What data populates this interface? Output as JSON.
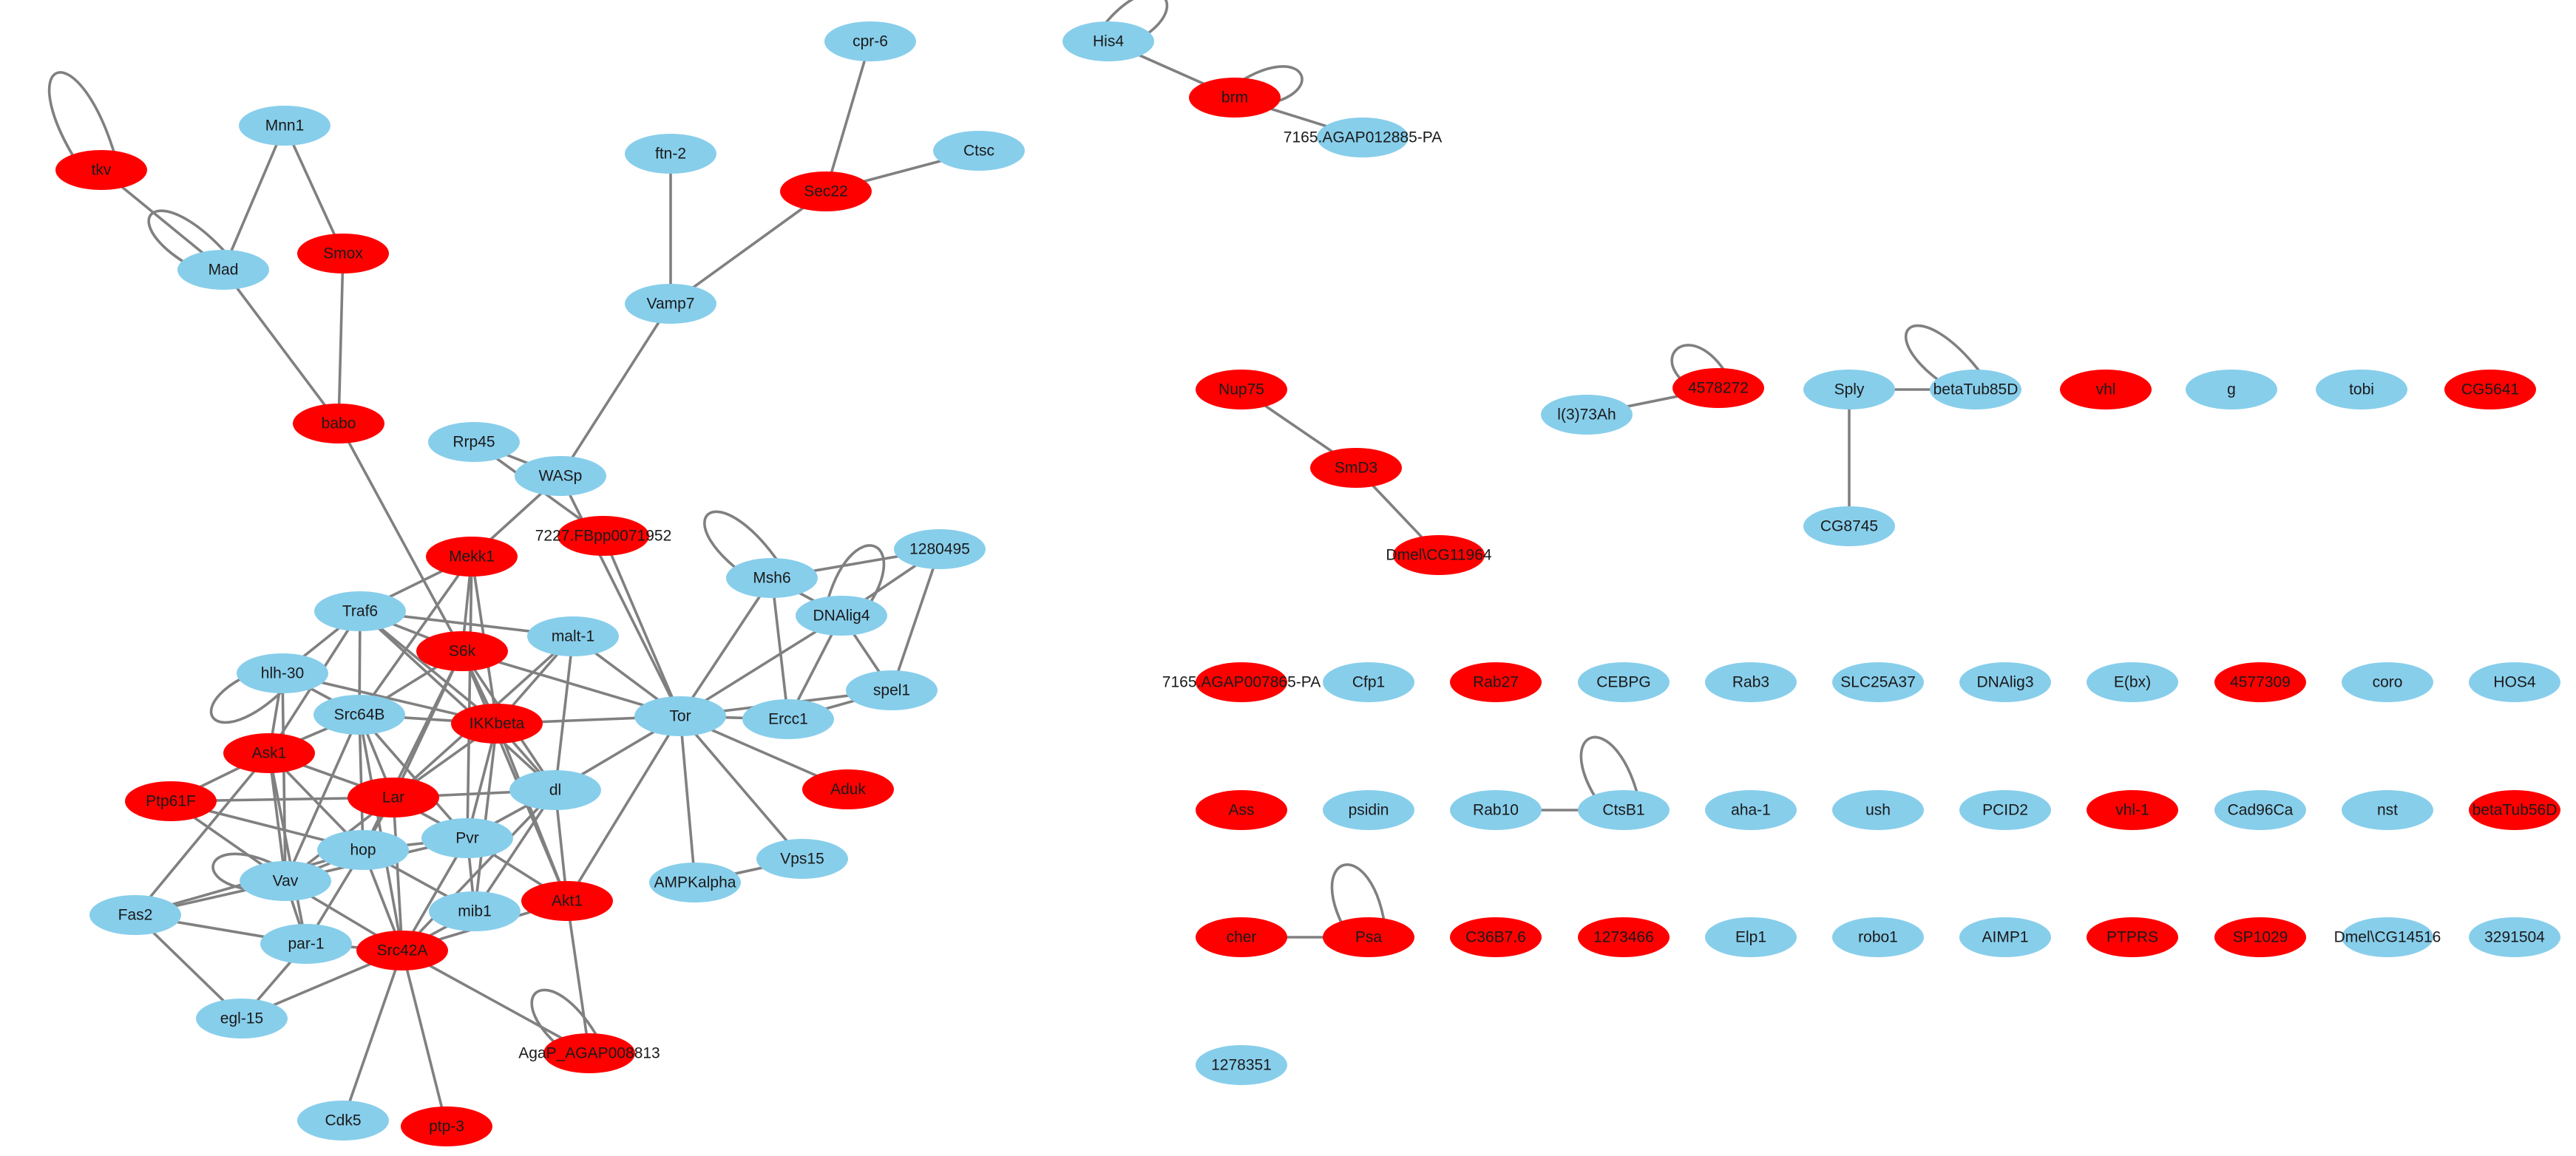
{
  "palette": {
    "blue": "#87CEEB",
    "red": "#FF0000",
    "edge": "#808080"
  },
  "nodes": [
    {
      "id": "tkv",
      "label": "tkv",
      "color": "red"
    },
    {
      "id": "Mnn1",
      "label": "Mnn1",
      "color": "blue"
    },
    {
      "id": "Mad",
      "label": "Mad",
      "color": "blue"
    },
    {
      "id": "Smox",
      "label": "Smox",
      "color": "red"
    },
    {
      "id": "babo",
      "label": "babo",
      "color": "red"
    },
    {
      "id": "cpr6",
      "label": "cpr-6",
      "color": "blue"
    },
    {
      "id": "ftn2",
      "label": "ftn-2",
      "color": "blue"
    },
    {
      "id": "Sec22",
      "label": "Sec22",
      "color": "red"
    },
    {
      "id": "Ctsc",
      "label": "Ctsc",
      "color": "blue"
    },
    {
      "id": "Vamp7",
      "label": "Vamp7",
      "color": "blue"
    },
    {
      "id": "Rrp45",
      "label": "Rrp45",
      "color": "blue"
    },
    {
      "id": "WASp",
      "label": "WASp",
      "color": "blue"
    },
    {
      "id": "FBpp",
      "label": "7227.FBpp0071952",
      "color": "red"
    },
    {
      "id": "Mekk1",
      "label": "Mekk1",
      "color": "red"
    },
    {
      "id": "Msh6",
      "label": "Msh6",
      "color": "blue"
    },
    {
      "id": "n1280495",
      "label": "1280495",
      "color": "blue"
    },
    {
      "id": "DNAlig4",
      "label": "DNAlig4",
      "color": "blue"
    },
    {
      "id": "Traf6",
      "label": "Traf6",
      "color": "blue"
    },
    {
      "id": "malt1",
      "label": "malt-1",
      "color": "blue"
    },
    {
      "id": "S6k",
      "label": "S6k",
      "color": "red"
    },
    {
      "id": "spel1",
      "label": "spel1",
      "color": "blue"
    },
    {
      "id": "hlh30",
      "label": "hlh-30",
      "color": "blue"
    },
    {
      "id": "IKKbeta",
      "label": "IKKbeta",
      "color": "red"
    },
    {
      "id": "Tor",
      "label": "Tor",
      "color": "blue"
    },
    {
      "id": "Ercc1",
      "label": "Ercc1",
      "color": "blue"
    },
    {
      "id": "Src64B",
      "label": "Src64B",
      "color": "blue"
    },
    {
      "id": "Ask1",
      "label": "Ask1",
      "color": "red"
    },
    {
      "id": "dl",
      "label": "dl",
      "color": "blue"
    },
    {
      "id": "Aduk",
      "label": "Aduk",
      "color": "red"
    },
    {
      "id": "Ptp61F",
      "label": "Ptp61F",
      "color": "red"
    },
    {
      "id": "Lar",
      "label": "Lar",
      "color": "red"
    },
    {
      "id": "hop",
      "label": "hop",
      "color": "blue"
    },
    {
      "id": "Pvr",
      "label": "Pvr",
      "color": "blue"
    },
    {
      "id": "Vps15",
      "label": "Vps15",
      "color": "blue"
    },
    {
      "id": "Vav",
      "label": "Vav",
      "color": "blue"
    },
    {
      "id": "AMPKalpha",
      "label": "AMPKalpha",
      "color": "blue"
    },
    {
      "id": "Fas2",
      "label": "Fas2",
      "color": "blue"
    },
    {
      "id": "mib1",
      "label": "mib1",
      "color": "blue"
    },
    {
      "id": "Akt1",
      "label": "Akt1",
      "color": "red"
    },
    {
      "id": "par1",
      "label": "par-1",
      "color": "blue"
    },
    {
      "id": "Src42A",
      "label": "Src42A",
      "color": "red"
    },
    {
      "id": "egl15",
      "label": "egl-15",
      "color": "blue"
    },
    {
      "id": "AgaP",
      "label": "AgaP_AGAP008813",
      "color": "red"
    },
    {
      "id": "Cdk5",
      "label": "Cdk5",
      "color": "blue"
    },
    {
      "id": "ptp3",
      "label": "ptp-3",
      "color": "red"
    },
    {
      "id": "His4",
      "label": "His4",
      "color": "blue"
    },
    {
      "id": "brm",
      "label": "brm",
      "color": "red"
    },
    {
      "id": "AGAP012885",
      "label": "7165.AGAP012885-PA",
      "color": "blue"
    },
    {
      "id": "Nup75",
      "label": "Nup75",
      "color": "red"
    },
    {
      "id": "SmD3",
      "label": "SmD3",
      "color": "red"
    },
    {
      "id": "CG11964",
      "label": "Dmel\\CG11964",
      "color": "red"
    },
    {
      "id": "l373Ah",
      "label": "l(3)73Ah",
      "color": "blue"
    },
    {
      "id": "n4578272",
      "label": "4578272",
      "color": "red"
    },
    {
      "id": "Sply",
      "label": "Sply",
      "color": "blue"
    },
    {
      "id": "betaTub85D",
      "label": "betaTub85D",
      "color": "blue"
    },
    {
      "id": "CG8745",
      "label": "CG8745",
      "color": "blue"
    },
    {
      "id": "vhl",
      "label": "vhl",
      "color": "red"
    },
    {
      "id": "g",
      "label": "g",
      "color": "blue"
    },
    {
      "id": "tobi",
      "label": "tobi",
      "color": "blue"
    },
    {
      "id": "CG5641",
      "label": "CG5641",
      "color": "red"
    },
    {
      "id": "AGAP007865",
      "label": "7165.AGAP007865-PA",
      "color": "red"
    },
    {
      "id": "Cfp1",
      "label": "Cfp1",
      "color": "blue"
    },
    {
      "id": "Rab27",
      "label": "Rab27",
      "color": "red"
    },
    {
      "id": "CEBPG",
      "label": "CEBPG",
      "color": "blue"
    },
    {
      "id": "Rab3",
      "label": "Rab3",
      "color": "blue"
    },
    {
      "id": "SLC25A37",
      "label": "SLC25A37",
      "color": "blue"
    },
    {
      "id": "DNAlig3",
      "label": "DNAlig3",
      "color": "blue"
    },
    {
      "id": "Ebx",
      "label": "E(bx)",
      "color": "blue"
    },
    {
      "id": "n4577309",
      "label": "4577309",
      "color": "red"
    },
    {
      "id": "coro",
      "label": "coro",
      "color": "blue"
    },
    {
      "id": "HOS4",
      "label": "HOS4",
      "color": "blue"
    },
    {
      "id": "Ass",
      "label": "Ass",
      "color": "red"
    },
    {
      "id": "psidin",
      "label": "psidin",
      "color": "blue"
    },
    {
      "id": "Rab10",
      "label": "Rab10",
      "color": "blue"
    },
    {
      "id": "CtsB1",
      "label": "CtsB1",
      "color": "blue"
    },
    {
      "id": "aha1",
      "label": "aha-1",
      "color": "blue"
    },
    {
      "id": "ush",
      "label": "ush",
      "color": "blue"
    },
    {
      "id": "PCID2",
      "label": "PCID2",
      "color": "blue"
    },
    {
      "id": "vhl1",
      "label": "vhl-1",
      "color": "red"
    },
    {
      "id": "Cad96Ca",
      "label": "Cad96Ca",
      "color": "blue"
    },
    {
      "id": "nst",
      "label": "nst",
      "color": "blue"
    },
    {
      "id": "betaTub56D",
      "label": "betaTub56D",
      "color": "red"
    },
    {
      "id": "cher",
      "label": "cher",
      "color": "red"
    },
    {
      "id": "Psa",
      "label": "Psa",
      "color": "red"
    },
    {
      "id": "C36B7",
      "label": "C36B7.6",
      "color": "red"
    },
    {
      "id": "n1273466",
      "label": "1273466",
      "color": "red"
    },
    {
      "id": "Elp1",
      "label": "Elp1",
      "color": "blue"
    },
    {
      "id": "robo1",
      "label": "robo1",
      "color": "blue"
    },
    {
      "id": "AIMP1",
      "label": "AIMP1",
      "color": "blue"
    },
    {
      "id": "PTPRS",
      "label": "PTPRS",
      "color": "red"
    },
    {
      "id": "SP1029",
      "label": "SP1029",
      "color": "red"
    },
    {
      "id": "CG14516",
      "label": "Dmel\\CG14516",
      "color": "blue"
    },
    {
      "id": "n3291504",
      "label": "3291504",
      "color": "blue"
    },
    {
      "id": "n1278351",
      "label": "1278351",
      "color": "blue"
    }
  ],
  "edges": [
    [
      "tkv",
      "tkv"
    ],
    [
      "tkv",
      "Mad"
    ],
    [
      "Mad",
      "Mad"
    ],
    [
      "Mnn1",
      "Mad"
    ],
    [
      "Mnn1",
      "Smox"
    ],
    [
      "Mad",
      "babo"
    ],
    [
      "Smox",
      "babo"
    ],
    [
      "babo",
      "S6k"
    ],
    [
      "cpr6",
      "Sec22"
    ],
    [
      "Sec22",
      "Ctsc"
    ],
    [
      "Sec22",
      "Vamp7"
    ],
    [
      "ftn2",
      "Vamp7"
    ],
    [
      "Vamp7",
      "WASp"
    ],
    [
      "WASp",
      "Mekk1"
    ],
    [
      "Rrp45",
      "WASp"
    ],
    [
      "Rrp45",
      "FBpp"
    ],
    [
      "FBpp",
      "Tor"
    ],
    [
      "WASp",
      "Tor"
    ],
    [
      "Msh6",
      "Msh6"
    ],
    [
      "Msh6",
      "DNAlig4"
    ],
    [
      "Msh6",
      "n1280495"
    ],
    [
      "Msh6",
      "Tor"
    ],
    [
      "Msh6",
      "Ercc1"
    ],
    [
      "DNAlig4",
      "n1280495"
    ],
    [
      "DNAlig4",
      "spel1"
    ],
    [
      "DNAlig4",
      "Ercc1"
    ],
    [
      "DNAlig4",
      "Tor"
    ],
    [
      "DNAlig4",
      "DNAlig4"
    ],
    [
      "n1280495",
      "spel1"
    ],
    [
      "spel1",
      "Ercc1"
    ],
    [
      "spel1",
      "Tor"
    ],
    [
      "Tor",
      "Ercc1"
    ],
    [
      "Mekk1",
      "Traf6"
    ],
    [
      "Mekk1",
      "S6k"
    ],
    [
      "Mekk1",
      "IKKbeta"
    ],
    [
      "Mekk1",
      "Src64B"
    ],
    [
      "Mekk1",
      "Pvr"
    ],
    [
      "Traf6",
      "hlh30"
    ],
    [
      "Traf6",
      "malt1"
    ],
    [
      "Traf6",
      "IKKbeta"
    ],
    [
      "Traf6",
      "S6k"
    ],
    [
      "Traf6",
      "Ask1"
    ],
    [
      "Traf6",
      "Src64B"
    ],
    [
      "Traf6",
      "dl"
    ],
    [
      "malt1",
      "IKKbeta"
    ],
    [
      "malt1",
      "Tor"
    ],
    [
      "malt1",
      "dl"
    ],
    [
      "malt1",
      "Lar"
    ],
    [
      "S6k",
      "Tor"
    ],
    [
      "S6k",
      "IKKbeta"
    ],
    [
      "S6k",
      "Src64B"
    ],
    [
      "S6k",
      "Akt1"
    ],
    [
      "S6k",
      "dl"
    ],
    [
      "S6k",
      "hop"
    ],
    [
      "S6k",
      "Lar"
    ],
    [
      "hlh30",
      "hlh30"
    ],
    [
      "hlh30",
      "Ask1"
    ],
    [
      "hlh30",
      "Src64B"
    ],
    [
      "hlh30",
      "Vav"
    ],
    [
      "hlh30",
      "IKKbeta"
    ],
    [
      "IKKbeta",
      "Tor"
    ],
    [
      "IKKbeta",
      "dl"
    ],
    [
      "IKKbeta",
      "Src64B"
    ],
    [
      "IKKbeta",
      "Lar"
    ],
    [
      "IKKbeta",
      "Pvr"
    ],
    [
      "IKKbeta",
      "Akt1"
    ],
    [
      "IKKbeta",
      "mib1"
    ],
    [
      "Tor",
      "dl"
    ],
    [
      "Tor",
      "Aduk"
    ],
    [
      "Tor",
      "Vps15"
    ],
    [
      "Tor",
      "AMPKalpha"
    ],
    [
      "Tor",
      "Akt1"
    ],
    [
      "AMPKalpha",
      "Vps15"
    ],
    [
      "Src64B",
      "Ask1"
    ],
    [
      "Src64B",
      "Lar"
    ],
    [
      "Src64B",
      "hop"
    ],
    [
      "Src64B",
      "Vav"
    ],
    [
      "Src64B",
      "Pvr"
    ],
    [
      "Src64B",
      "Src42A"
    ],
    [
      "Ask1",
      "Ptp61F"
    ],
    [
      "Ask1",
      "Vav"
    ],
    [
      "Ask1",
      "hop"
    ],
    [
      "Ask1",
      "Fas2"
    ],
    [
      "Ask1",
      "par1"
    ],
    [
      "Ask1",
      "Lar"
    ],
    [
      "Ptp61F",
      "Lar"
    ],
    [
      "Ptp61F",
      "Vav"
    ],
    [
      "Ptp61F",
      "hop"
    ],
    [
      "Lar",
      "Pvr"
    ],
    [
      "Lar",
      "hop"
    ],
    [
      "Lar",
      "Src42A"
    ],
    [
      "Lar",
      "dl"
    ],
    [
      "Lar",
      "Vav"
    ],
    [
      "dl",
      "Pvr"
    ],
    [
      "dl",
      "Akt1"
    ],
    [
      "dl",
      "mib1"
    ],
    [
      "dl",
      "Src42A"
    ],
    [
      "hop",
      "Pvr"
    ],
    [
      "hop",
      "Vav"
    ],
    [
      "hop",
      "par1"
    ],
    [
      "hop",
      "Src42A"
    ],
    [
      "hop",
      "Fas2"
    ],
    [
      "hop",
      "mib1"
    ],
    [
      "Pvr",
      "Akt1"
    ],
    [
      "Pvr",
      "mib1"
    ],
    [
      "Pvr",
      "Src42A"
    ],
    [
      "Pvr",
      "Vav"
    ],
    [
      "Vav",
      "par1"
    ],
    [
      "Vav",
      "Src42A"
    ],
    [
      "Vav",
      "Fas2"
    ],
    [
      "Vav",
      "Vav"
    ],
    [
      "Fas2",
      "egl15"
    ],
    [
      "Fas2",
      "par1"
    ],
    [
      "par1",
      "egl15"
    ],
    [
      "par1",
      "Src42A"
    ],
    [
      "mib1",
      "Src42A"
    ],
    [
      "Src42A",
      "egl15"
    ],
    [
      "Src42A",
      "Cdk5"
    ],
    [
      "Src42A",
      "ptp3"
    ],
    [
      "Src42A",
      "Akt1"
    ],
    [
      "Src42A",
      "AgaP"
    ],
    [
      "Akt1",
      "AgaP"
    ],
    [
      "AgaP",
      "AgaP"
    ],
    [
      "His4",
      "brm"
    ],
    [
      "His4",
      "His4"
    ],
    [
      "brm",
      "brm"
    ],
    [
      "brm",
      "AGAP012885"
    ],
    [
      "Nup75",
      "SmD3"
    ],
    [
      "SmD3",
      "CG11964"
    ],
    [
      "l373Ah",
      "n4578272"
    ],
    [
      "n4578272",
      "n4578272"
    ],
    [
      "Sply",
      "CG8745"
    ],
    [
      "Sply",
      "betaTub85D"
    ],
    [
      "betaTub85D",
      "betaTub85D"
    ],
    [
      "Rab10",
      "CtsB1"
    ],
    [
      "CtsB1",
      "CtsB1"
    ],
    [
      "cher",
      "Psa"
    ],
    [
      "Psa",
      "Psa"
    ]
  ]
}
